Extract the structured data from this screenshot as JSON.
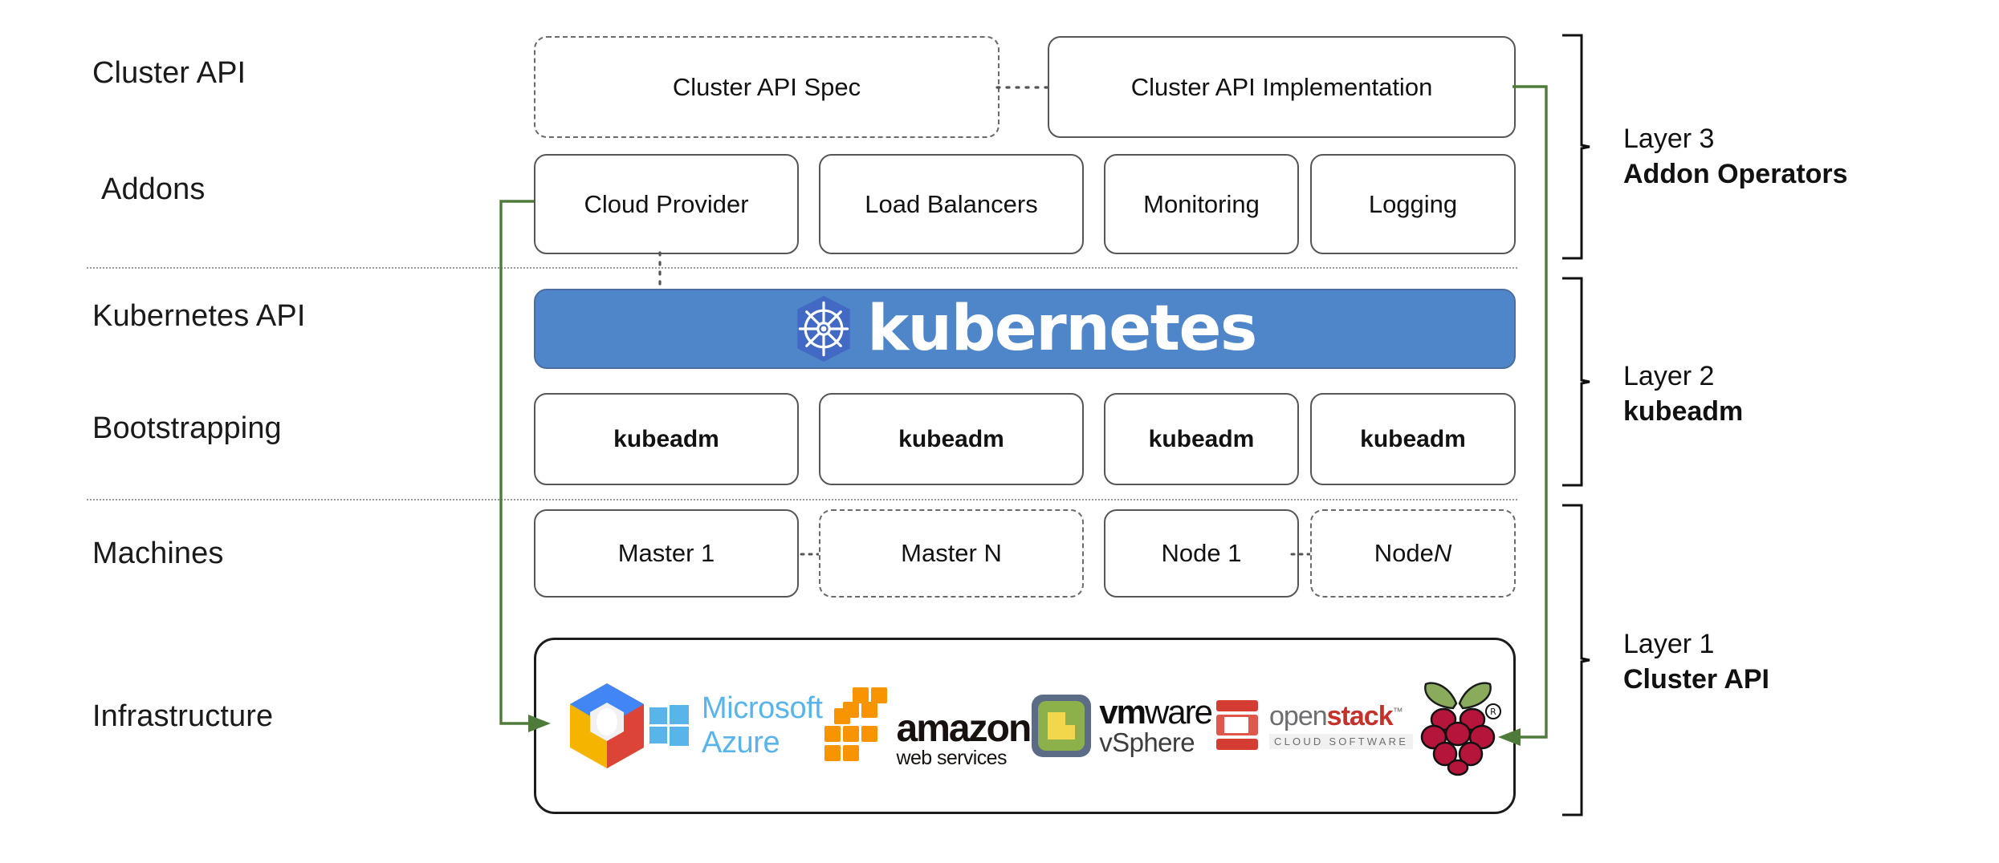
{
  "diagram": {
    "title": "Cluster API layered architecture",
    "row_labels": [
      {
        "id": "cluster-api",
        "text": "Cluster API"
      },
      {
        "id": "addons",
        "text": "Addons"
      },
      {
        "id": "kubernetes-api",
        "text": "Kubernetes API"
      },
      {
        "id": "bootstrapping",
        "text": "Bootstrapping"
      },
      {
        "id": "machines",
        "text": "Machines"
      },
      {
        "id": "infrastructure",
        "text": "Infrastructure"
      }
    ],
    "cluster_api_row": [
      {
        "id": "cluster-api-spec",
        "label": "Cluster API Spec",
        "style": "dashed"
      },
      {
        "id": "cluster-api-implementation",
        "label": "Cluster API Implementation",
        "style": "solid"
      }
    ],
    "addons_row": [
      {
        "id": "cloud-provider",
        "label": "Cloud Provider"
      },
      {
        "id": "load-balancers",
        "label": "Load Balancers"
      },
      {
        "id": "monitoring",
        "label": "Monitoring"
      },
      {
        "id": "logging",
        "label": "Logging"
      }
    ],
    "kubernetes_banner": {
      "wordmark": "kubernetes",
      "logo_name": "kubernetes-helm-wheel",
      "background_color": "#4f85c9",
      "logo_color": "#4269c4",
      "text_color": "#ffffff"
    },
    "bootstrapping_row": [
      {
        "id": "kubeadm-1",
        "label": "kubeadm"
      },
      {
        "id": "kubeadm-2",
        "label": "kubeadm"
      },
      {
        "id": "kubeadm-3",
        "label": "kubeadm"
      },
      {
        "id": "kubeadm-4",
        "label": "kubeadm"
      }
    ],
    "machines_row": [
      {
        "id": "master-1",
        "label": "Master 1",
        "style": "solid",
        "italic_suffix": ""
      },
      {
        "id": "master-n",
        "label": "Master N",
        "style": "dashed",
        "italic_suffix": ""
      },
      {
        "id": "node-1",
        "label": "Node 1",
        "style": "solid",
        "italic_suffix": ""
      },
      {
        "id": "node-n",
        "label": "Node ",
        "style": "dashed",
        "italic_suffix": "N"
      }
    ],
    "infrastructure_providers": [
      {
        "id": "google-cloud-platform",
        "name": "Google Cloud Platform",
        "icon": "gcp-hexagon-icon"
      },
      {
        "id": "microsoft-azure",
        "name": "Microsoft Azure",
        "icon": "azure-window-icon",
        "text": "Microsoft Azure"
      },
      {
        "id": "amazon-web-services",
        "name": "Amazon Web Services",
        "icon": "aws-boxes-icon",
        "text_primary": "amazon",
        "text_secondary": "web services"
      },
      {
        "id": "vmware-vsphere",
        "name": "VMware vSphere",
        "icon": "vmware-tile-icon",
        "text_primary_bold": "vm",
        "text_primary": "ware",
        "text_secondary": "vSphere"
      },
      {
        "id": "openstack",
        "name": "OpenStack",
        "icon": "openstack-cube-icon",
        "text_primary": "open",
        "text_accent": "stack",
        "text_secondary": "CLOUD SOFTWARE"
      },
      {
        "id": "raspberry-pi",
        "name": "Raspberry Pi",
        "icon": "raspberry-pi-icon",
        "text_secondary": "®"
      }
    ],
    "layer_brackets": [
      {
        "id": "layer-3",
        "title": "Layer 3",
        "subtitle": "Addon Operators"
      },
      {
        "id": "layer-2",
        "title": "Layer 2",
        "subtitle": "kubeadm"
      },
      {
        "id": "layer-1",
        "title": "Layer 1",
        "subtitle": "Cluster API"
      }
    ],
    "connectors": [
      {
        "id": "spec-to-implementation",
        "type": "dotted-arrow",
        "color": "#555555"
      },
      {
        "id": "cloud-provider-to-kubernetes",
        "type": "dotted-line",
        "color": "#555555"
      },
      {
        "id": "master1-to-mastern",
        "type": "dotted-line",
        "color": "#555555"
      },
      {
        "id": "node1-to-noden",
        "type": "dotted-line",
        "color": "#555555"
      },
      {
        "id": "cloud-provider-to-infrastructure",
        "type": "elbow-arrow",
        "color": "#4f7b3a"
      },
      {
        "id": "implementation-to-infrastructure",
        "type": "elbow-arrow",
        "color": "#4f7b3a"
      }
    ],
    "colors": {
      "kubernetes_blue": "#4f85c9",
      "connector_green": "#4f7b3a",
      "box_border": "#565656",
      "separator_grey": "#9a9a9a"
    }
  }
}
